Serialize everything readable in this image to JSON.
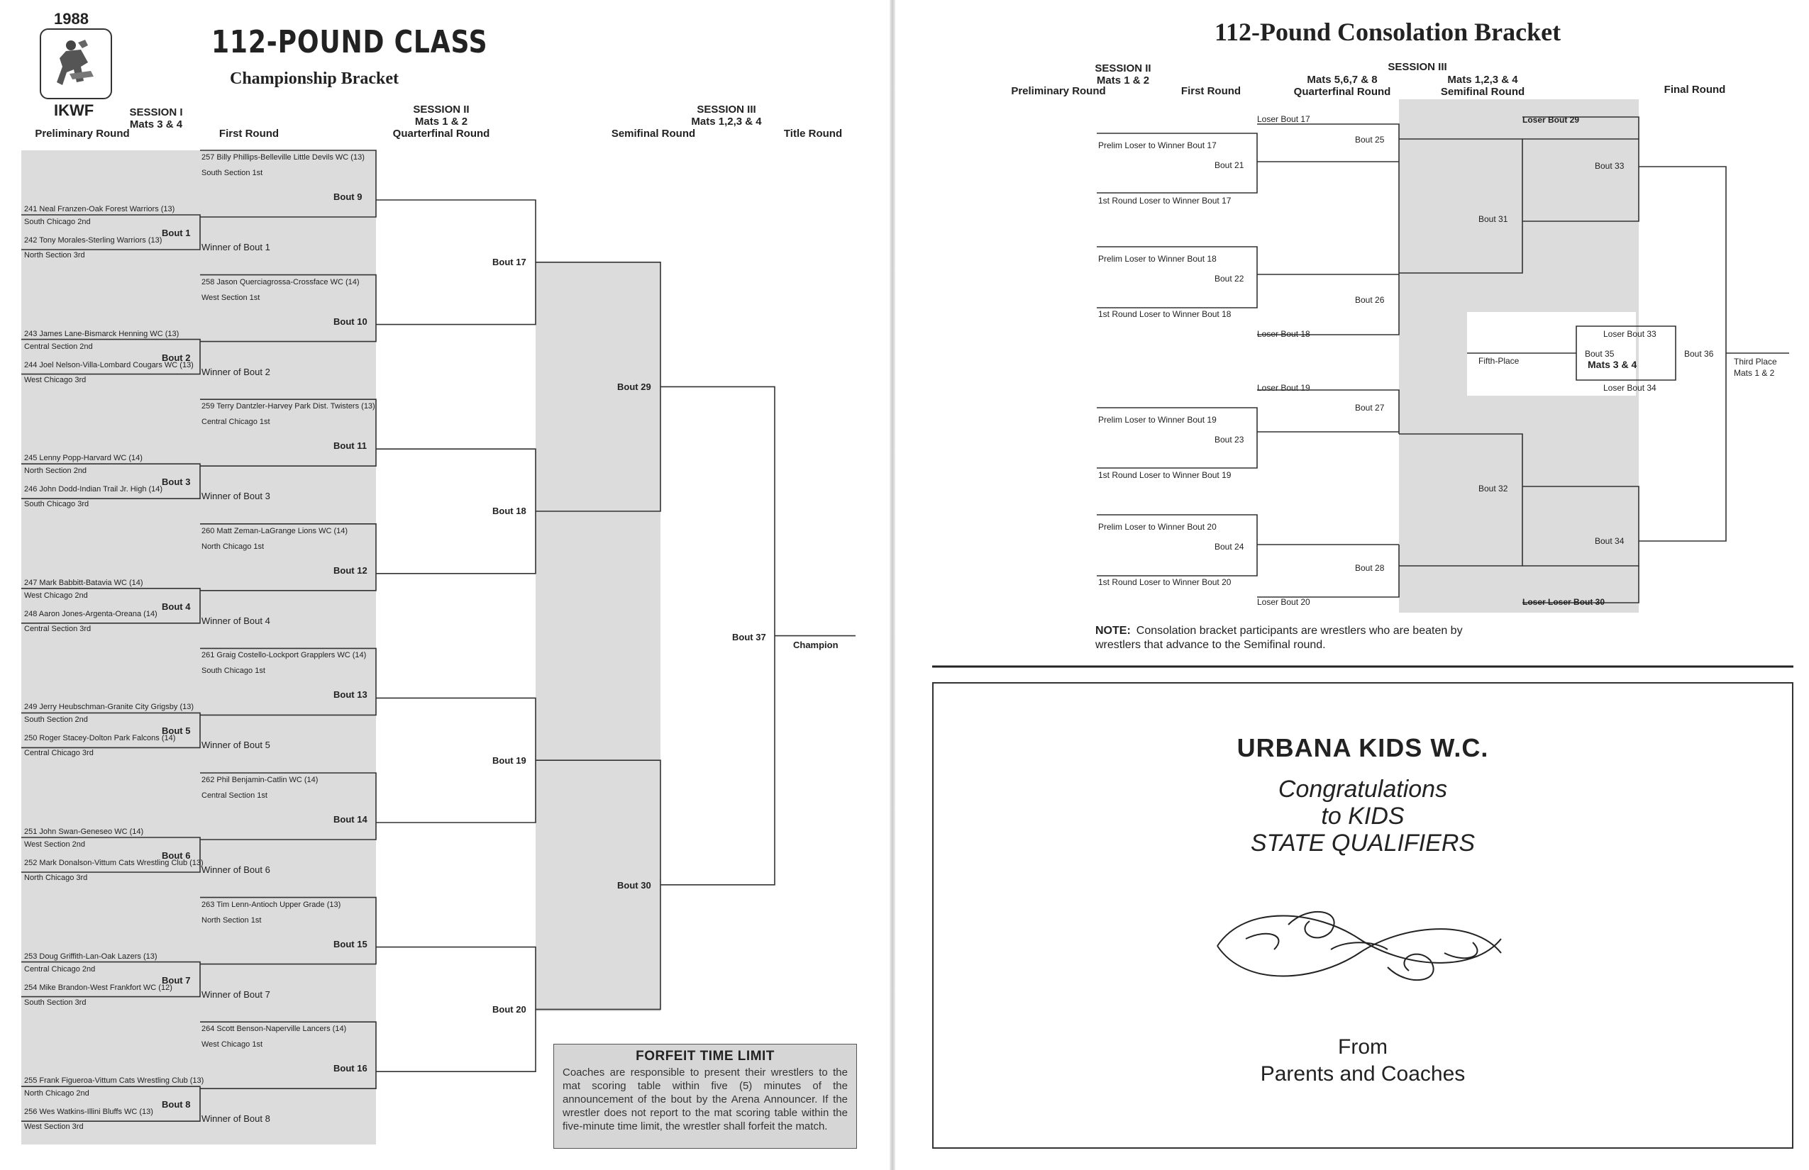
{
  "left": {
    "year": "1988",
    "org": "IKWF",
    "title": "112-POUND CLASS",
    "subtitle": "Championship Bracket",
    "headers": {
      "s1": "SESSION I\nMats 3 & 4",
      "prelim": "Preliminary Round",
      "first": "First Round",
      "s2": "SESSION II\nMats 1 & 2\nQuarterfinal Round",
      "s3": "SESSION III\nMats 1,2,3 & 4",
      "semi": "Semifinal Round",
      "title_round": "Title Round"
    },
    "groups": [
      {
        "seed_name": "257 Billy Phillips-Belleville Little Devils WC (13)",
        "seed_sec": "South Section 1st",
        "a_name": "241 Neal Franzen-Oak Forest Warriors (13)",
        "a_sec": "South Chicago 2nd",
        "b_name": "242 Tony Morales-Sterling Warriors (13)",
        "b_sec": "North Section 3rd",
        "prelim": "Bout 1",
        "winner": "Winner of Bout 1",
        "first": "Bout  9"
      },
      {
        "seed_name": "258 Jason Querciagrossa-Crossface WC (14)",
        "seed_sec": "West Section 1st",
        "a_name": "243 James Lane-Bismarck Henning WC (13)",
        "a_sec": "Central Section 2nd",
        "b_name": "244 Joel Nelson-Villa-Lombard Cougars WC (13)",
        "b_sec": "West Chicago 3rd",
        "prelim": "Bout 2",
        "winner": "Winner of Bout 2",
        "first": "Bout 10"
      },
      {
        "seed_name": "259 Terry Dantzler-Harvey Park Dist. Twisters (13)",
        "seed_sec": "Central Chicago 1st",
        "a_name": "245 Lenny Popp-Harvard WC (14)",
        "a_sec": "North Section 2nd",
        "b_name": "246 John Dodd-Indian Trail Jr. High (14)",
        "b_sec": "South Chicago 3rd",
        "prelim": "Bout 3",
        "winner": "Winner of Bout 3",
        "first": "Bout 11"
      },
      {
        "seed_name": "260 Matt Zeman-LaGrange Lions WC (14)",
        "seed_sec": "North Chicago 1st",
        "a_name": "247 Mark Babbitt-Batavia WC (14)",
        "a_sec": "West Chicago 2nd",
        "b_name": "248 Aaron Jones-Argenta-Oreana (14)",
        "b_sec": "Central Section 3rd",
        "prelim": "Bout 4",
        "winner": "Winner of Bout 4",
        "first": "Bout 12"
      },
      {
        "seed_name": "261 Graig Costello-Lockport Grapplers WC (14)",
        "seed_sec": "South Chicago 1st",
        "a_name": "249 Jerry Heubschman-Granite City Grigsby (13)",
        "a_sec": "South Section 2nd",
        "b_name": "250 Roger Stacey-Dolton Park Falcons (14)",
        "b_sec": "Central Chicago 3rd",
        "prelim": "Bout 5",
        "winner": "Winner of Bout 5",
        "first": "Bout 13"
      },
      {
        "seed_name": "262 Phil Benjamin-Catlin WC (14)",
        "seed_sec": "Central Section 1st",
        "a_name": "251 John Swan-Geneseo WC (14)",
        "a_sec": "West Section 2nd",
        "b_name": "252 Mark Donalson-Vittum Cats Wrestling Club (13)",
        "b_sec": "North Chicago 3rd",
        "prelim": "Bout 6",
        "winner": "Winner of Bout 6",
        "first": "Bout 14"
      },
      {
        "seed_name": "263 Tim Lenn-Antioch Upper Grade (13)",
        "seed_sec": "North Section 1st",
        "a_name": "253 Doug Griffith-Lan-Oak Lazers (13)",
        "a_sec": "Central Chicago 2nd",
        "b_name": "254 Mike Brandon-West Frankfort WC (12)",
        "b_sec": "South Section 3rd",
        "prelim": "Bout 7",
        "winner": "Winner of Bout 7",
        "first": "Bout 15"
      },
      {
        "seed_name": "264 Scott Benson-Naperville Lancers (14)",
        "seed_sec": "West Chicago 1st",
        "a_name": "255 Frank Figueroa-Vittum Cats Wrestling Club (13)",
        "a_sec": "North Chicago 2nd",
        "b_name": "256 Wes Watkins-Illini Bluffs WC (13)",
        "b_sec": "West Section 3rd",
        "prelim": "Bout 8",
        "winner": "Winner of Bout 8",
        "first": "Bout 16"
      }
    ],
    "quarters": [
      "Bout 17",
      "Bout 18",
      "Bout 19",
      "Bout 20"
    ],
    "semis": [
      "Bout 29",
      "Bout 30"
    ],
    "final": "Bout 37",
    "champion": "Champion",
    "forfeit": {
      "title": "FORFEIT TIME LIMIT",
      "text": "Coaches are responsible to present their wrestlers to the mat scoring table within five (5) minutes of the announcement of the bout by the Arena Announcer. If the wrestler does not report to the mat scoring table within the five-minute time limit, the wrestler shall forfeit the match."
    }
  },
  "right": {
    "title": "112-Pound Consolation Bracket",
    "headers": {
      "s2": "SESSION II\nMats 1 & 2",
      "prelim": "Preliminary Round",
      "first": "First Round",
      "s3": "SESSION III",
      "qf": "Mats 5,6,7 & 8\nQuarterfinal Round",
      "sf": "Mats 1,2,3 & 4\nSemifinal Round",
      "final": "Final Round"
    },
    "prelim_groups": [
      {
        "top": "Prelim Loser to Winner Bout 17",
        "bout": "Bout 21",
        "bottom": "1st Round Loser to Winner Bout 17"
      },
      {
        "top": "Prelim Loser to Winner Bout 18",
        "bout": "Bout 22",
        "bottom": "1st Round Loser to Winner Bout 18"
      },
      {
        "top": "Prelim Loser to Winner Bout 19",
        "bout": "Bout 23",
        "bottom": "1st Round Loser to Winner Bout 19"
      },
      {
        "top": "Prelim Loser to Winner Bout 20",
        "bout": "Bout 24",
        "bottom": "1st Round Loser to Winner Bout 20"
      }
    ],
    "losers": [
      "Loser Bout 17",
      "Loser Bout 18",
      "Loser Bout 19",
      "Loser Bout 20"
    ],
    "first_bouts": [
      "Bout 25",
      "Bout 26",
      "Bout 27",
      "Bout 28"
    ],
    "qf_bouts": [
      "Bout 31",
      "Bout 32"
    ],
    "semi_losers": [
      "Loser Bout 29",
      "Loser Loser Bout 30"
    ],
    "sf_bouts": [
      "Bout 33",
      "Bout 34"
    ],
    "fifth": {
      "label": "Fifth-Place",
      "top": "Loser Bout 33",
      "bout": "Bout 35",
      "mats": "Mats 3 & 4",
      "bottom": "Loser Bout 34"
    },
    "third": {
      "bout": "Bout 36",
      "label": "Third Place\nMats 1 & 2"
    },
    "note_label": "NOTE:",
    "note_text": "Consolation bracket participants are wrestlers who are beaten by wrestlers that advance to the Semifinal round.",
    "ad": {
      "name": "URBANA KIDS W.C.",
      "line1": "Congratulations",
      "line2": "to KIDS",
      "line3": "STATE QUALIFIERS",
      "from1": "From",
      "from2": "Parents and Coaches"
    }
  }
}
